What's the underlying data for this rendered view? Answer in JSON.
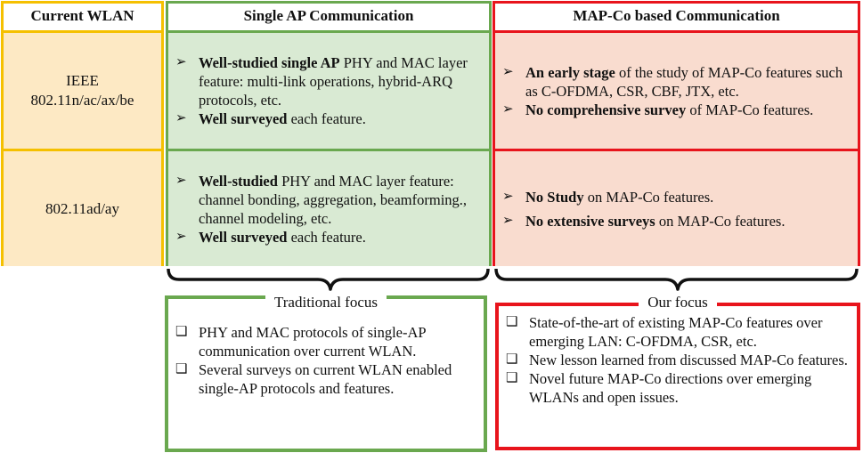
{
  "headers": {
    "current_wlan": "Current WLAN",
    "single_ap": "Single AP Communication",
    "mapco": "MAP-Co based Communication"
  },
  "rows": [
    {
      "wlan": "IEEE 802.11n/ac/ax/be",
      "single_ap": [
        {
          "bold": "Well-studied single AP",
          "text": " PHY and MAC layer feature: multi-link operations, hybrid-ARQ protocols, etc."
        },
        {
          "bold": "Well surveyed",
          "text": " each feature."
        }
      ],
      "mapco": [
        {
          "bold": "An early stage",
          "text": " of the study of MAP-Co features such as C-OFDMA, CSR, CBF, JTX, etc."
        },
        {
          "bold": "No comprehensive survey",
          "text": " of MAP-Co features."
        }
      ]
    },
    {
      "wlan": "802.11ad/ay",
      "single_ap": [
        {
          "bold": "Well-studied",
          "text": " PHY and MAC layer feature: channel bonding, aggregation, beamforming., channel modeling, etc."
        },
        {
          "bold": "Well surveyed",
          "text": " each feature."
        }
      ],
      "mapco": [
        {
          "bold": "No Study",
          "text": " on MAP-Co features."
        },
        {
          "bold": "No extensive surveys",
          "text": " on MAP-Co features."
        }
      ]
    }
  ],
  "bullets": {
    "arrow": "➢",
    "box": "❑"
  },
  "traditional": {
    "title": "Traditional focus",
    "items": [
      "PHY and MAC protocols of single-AP communication over current WLAN.",
      "Several surveys on current WLAN enabled single-AP protocols and features."
    ]
  },
  "ours": {
    "title": "Our focus",
    "items": [
      "State-of-the-art of existing MAP-Co features over emerging LAN: C-OFDMA, CSR, etc.",
      "New lesson learned from discussed MAP-Co features.",
      "Novel future MAP-Co directions over emerging WLANs and open issues."
    ]
  },
  "colors": {
    "yellow_border": "#f5c000",
    "yellow_fill": "#fde9c4",
    "green_border": "#6aa84f",
    "green_fill": "#d9ead3",
    "red_border": "#e8141c",
    "red_fill": "#f9dccf"
  }
}
